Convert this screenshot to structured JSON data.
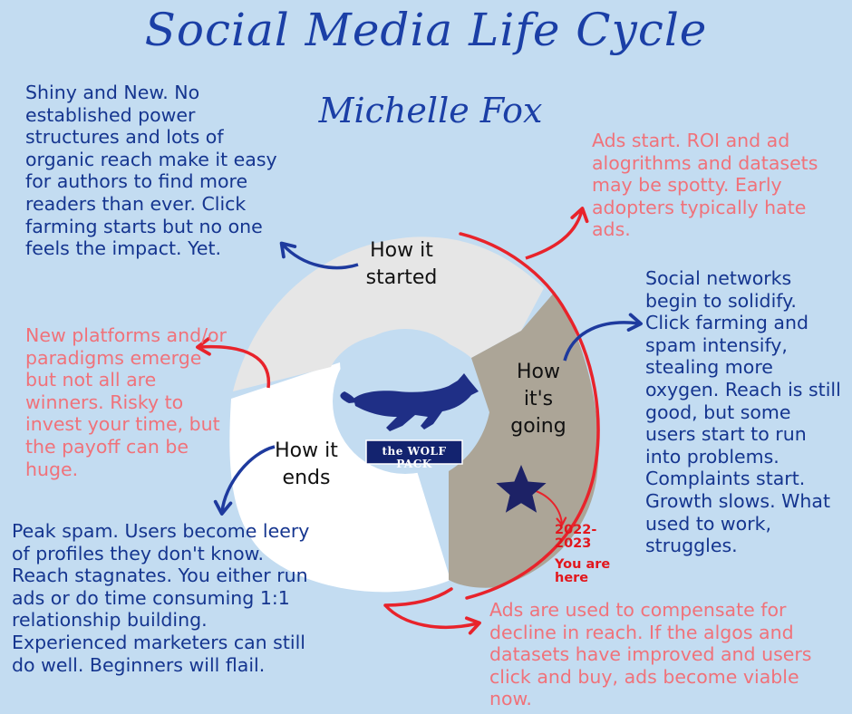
{
  "title": "Social Media Life Cycle",
  "author": "Michelle Fox",
  "stages": {
    "started": "How it started",
    "going": "How it's going",
    "ends": "How it ends"
  },
  "logo": {
    "brand": "the WOLF PACK"
  },
  "marker": {
    "year": "2022-2023",
    "note": "You are here"
  },
  "notes": {
    "shiny": "Shiny and New. No established power structures and lots of organic reach make it easy for authors to find more readers than ever. Click farming starts but no one feels the impact. Yet.",
    "ads_start": "Ads start. ROI and ad alogrithms and datasets may be spotty. Early adopters typically hate ads.",
    "solidify": "Social networks begin to solidify. Click farming and spam intensify, stealing more oxygen. Reach is still good, but some users start to run into problems. Complaints start. Growth slows. What used to work, struggles.",
    "new_platforms": "New platforms and/or paradigms emerge but not all are winners. Risky to invest your time, but the payoff can be huge.",
    "peak_spam": "Peak spam. Users become leery of profiles they don't know. Reach stagnates.  You either run ads or do time consuming 1:1 relationship building. Experienced marketers can still do well. Beginners will flail.",
    "ads_viable": "Ads are used to compensate for decline in reach. If the algos and datasets have improved and users click and buy, ads become viable now."
  },
  "colors": {
    "background": "#c3dcf1",
    "blue_text": "#15358f",
    "red_text": "#f0727a",
    "arrow_red": "#e8232b",
    "arrow_blue": "#1e3a9e",
    "segment_started": "#e6e6e6",
    "segment_going": "#aca597",
    "segment_ends": "#ffffff"
  }
}
